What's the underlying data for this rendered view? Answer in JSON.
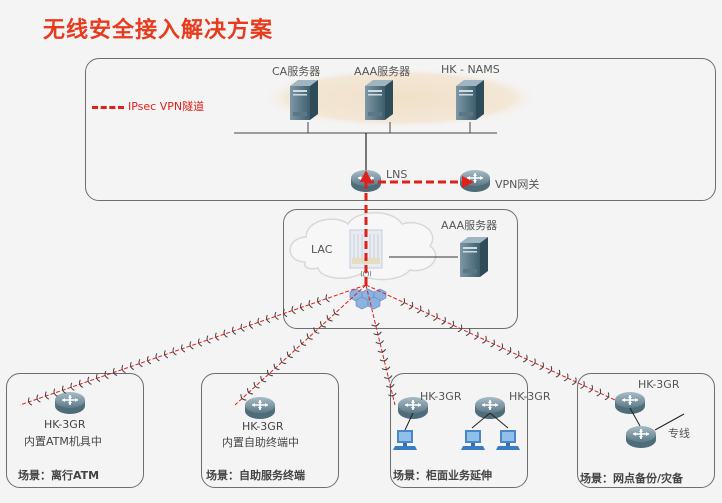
{
  "title": "无线安全接入解决方案",
  "legend": {
    "label": "IPsec VPN隧道",
    "color": "#e0201a"
  },
  "core": {
    "servers": [
      {
        "label": "CA服务器"
      },
      {
        "label": "AAA服务器"
      },
      {
        "label": "HK - NAMS"
      }
    ],
    "lns_label": "LNS",
    "vpn_gateway_label": "VPN网关"
  },
  "access": {
    "lac_label": "LAC",
    "aaa_label": "AAA服务器"
  },
  "scenarios": [
    {
      "device": "HK-3GR",
      "desc": "内置ATM机具中",
      "scene": "场景：离行ATM"
    },
    {
      "device": "HK-3GR",
      "desc": "内置自助终端中",
      "scene": "场景：自助服务终端"
    },
    {
      "devices": [
        "HK-3GR",
        "HK-3GR"
      ],
      "scene": "场景：柜面业务延伸"
    },
    {
      "device": "HK-3GR",
      "line_label": "专线",
      "scene": "场景：网点备份/灾备"
    }
  ],
  "colors": {
    "title": "#e83a1c",
    "tunnel": "#e0201a",
    "border": "#6e6e6e"
  }
}
